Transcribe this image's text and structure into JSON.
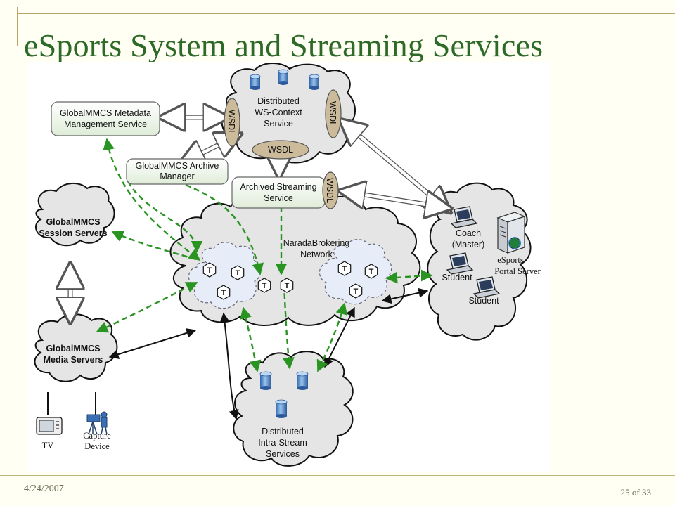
{
  "slide": {
    "title": "eSports System and Streaming Services",
    "date": "4/24/2007",
    "page": "25 of 33"
  },
  "diagram": {
    "ws_context": {
      "line1": "Distributed",
      "line2": "WS-Context",
      "line3": "Service"
    },
    "wsdl": {
      "left": "WSDL",
      "right": "WSDL",
      "bottom": "WSDL",
      "archived": "WSDL"
    },
    "metadata": {
      "line1": "GlobalMMCS Metadata",
      "line2": "Management Service"
    },
    "archive_manager": {
      "line1": "GlobalMMCS Archive",
      "line2": "Manager"
    },
    "archived_streaming": {
      "line1": "Archived Streaming",
      "line2": "Service"
    },
    "session_servers": {
      "line1": "GlobalMMCS",
      "line2": "Session Servers"
    },
    "media_servers": {
      "line1": "GlobalMMCS",
      "line2": "Media Servers"
    },
    "naradabrokering": {
      "line1": "NaradaBrokering",
      "line2": "Network"
    },
    "intra_stream": {
      "line1": "Distributed",
      "line2": "Intra-Stream",
      "line3": "Services"
    },
    "esports_cloud": {
      "coach_line1": "Coach",
      "coach_line2": "(Master)",
      "student1": "Student",
      "student2": "Student",
      "portal_line1": "eSports",
      "portal_line2": "Portal Server"
    },
    "tv": "TV",
    "capture": {
      "line1": "Capture",
      "line2": "Device"
    },
    "broker_node": "T"
  }
}
